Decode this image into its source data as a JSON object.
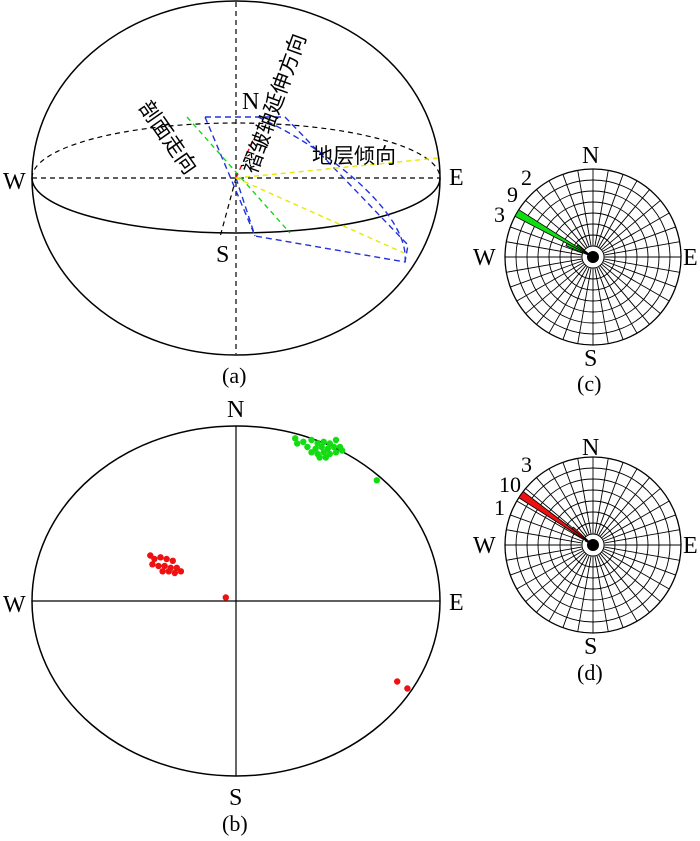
{
  "colors": {
    "green": "#11dd11",
    "red": "#ee1111",
    "blue": "#2233dd",
    "yellow": "#e8e800",
    "ink": "#000000"
  },
  "panel_a": {
    "caption": "(a)",
    "north": "N",
    "south": "S",
    "east": "E",
    "west": "W",
    "profile_strike_label": "剖面走向",
    "fold_axis_label": "褶皱轴延伸方向",
    "strata_dip_label": "地层倾向"
  },
  "panel_b": {
    "caption": "(b)",
    "north": "N",
    "south": "S",
    "east": "E",
    "west": "W",
    "green_points": [
      [
        0.29,
        0.93
      ],
      [
        0.33,
        0.91
      ],
      [
        0.37,
        0.92
      ],
      [
        0.4,
        0.9
      ],
      [
        0.43,
        0.91
      ],
      [
        0.46,
        0.9
      ],
      [
        0.49,
        0.92
      ],
      [
        0.35,
        0.88
      ],
      [
        0.39,
        0.87
      ],
      [
        0.42,
        0.88
      ],
      [
        0.45,
        0.87
      ],
      [
        0.48,
        0.88
      ],
      [
        0.51,
        0.88
      ],
      [
        0.37,
        0.85
      ],
      [
        0.4,
        0.84
      ],
      [
        0.43,
        0.85
      ],
      [
        0.46,
        0.84
      ],
      [
        0.49,
        0.85
      ],
      [
        0.41,
        0.82
      ],
      [
        0.44,
        0.82
      ],
      [
        0.52,
        0.86
      ],
      [
        0.3,
        0.9
      ],
      [
        0.69,
        0.69
      ]
    ],
    "red_points": [
      [
        -0.42,
        0.26
      ],
      [
        -0.4,
        0.24
      ],
      [
        -0.37,
        0.25
      ],
      [
        -0.34,
        0.24
      ],
      [
        -0.31,
        0.23
      ],
      [
        -0.41,
        0.21
      ],
      [
        -0.38,
        0.2
      ],
      [
        -0.35,
        0.2
      ],
      [
        -0.32,
        0.19
      ],
      [
        -0.29,
        0.19
      ],
      [
        -0.36,
        0.17
      ],
      [
        -0.33,
        0.17
      ],
      [
        -0.3,
        0.16
      ],
      [
        -0.27,
        0.17
      ],
      [
        -0.05,
        0.02
      ],
      [
        0.79,
        -0.46
      ],
      [
        0.84,
        -0.5
      ]
    ]
  },
  "panel_c": {
    "caption": "(c)",
    "north": "N",
    "south": "S",
    "east": "E",
    "west": "W",
    "petal_color": "green",
    "petal_labels": [
      "2",
      "9",
      "3"
    ],
    "petal_azimuths": [
      305,
      300,
      295
    ],
    "petal_frequencies": [
      2,
      9,
      3
    ]
  },
  "panel_d": {
    "caption": "(d)",
    "north": "N",
    "south": "S",
    "east": "E",
    "west": "W",
    "petal_color": "red",
    "petal_labels": [
      "3",
      "10",
      "1"
    ],
    "petal_azimuths": [
      310,
      305,
      300
    ],
    "petal_frequencies": [
      3,
      10,
      1
    ]
  }
}
